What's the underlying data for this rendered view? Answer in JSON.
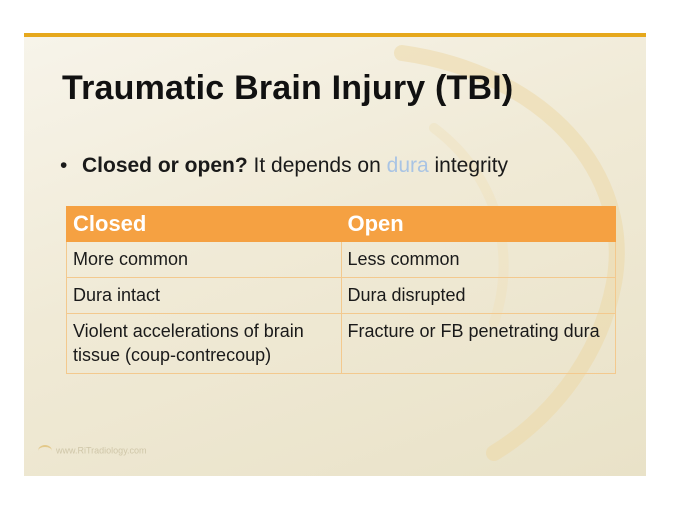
{
  "slide": {
    "title": "Traumatic Brain Injury (TBI)",
    "bullet": {
      "marker": "•",
      "bold_text": "Closed or open?",
      "text_before": " It depends on ",
      "highlight": "dura",
      "text_after": " integrity"
    },
    "table": {
      "headers": [
        "Closed",
        "Open"
      ],
      "rows": [
        [
          "More common",
          "Less common"
        ],
        [
          "Dura intact",
          "Dura disrupted"
        ],
        [
          "Violent accelerations of brain tissue (coup-contrecoup)",
          "Fracture or FB penetrating dura"
        ]
      ]
    },
    "footer": "www.RiTradiology.com"
  },
  "colors": {
    "accent_rule": "#e6a81c",
    "header_fill": "#f5a142",
    "cell_border": "#f3c98e",
    "highlight_text": "#a9c4e4"
  }
}
